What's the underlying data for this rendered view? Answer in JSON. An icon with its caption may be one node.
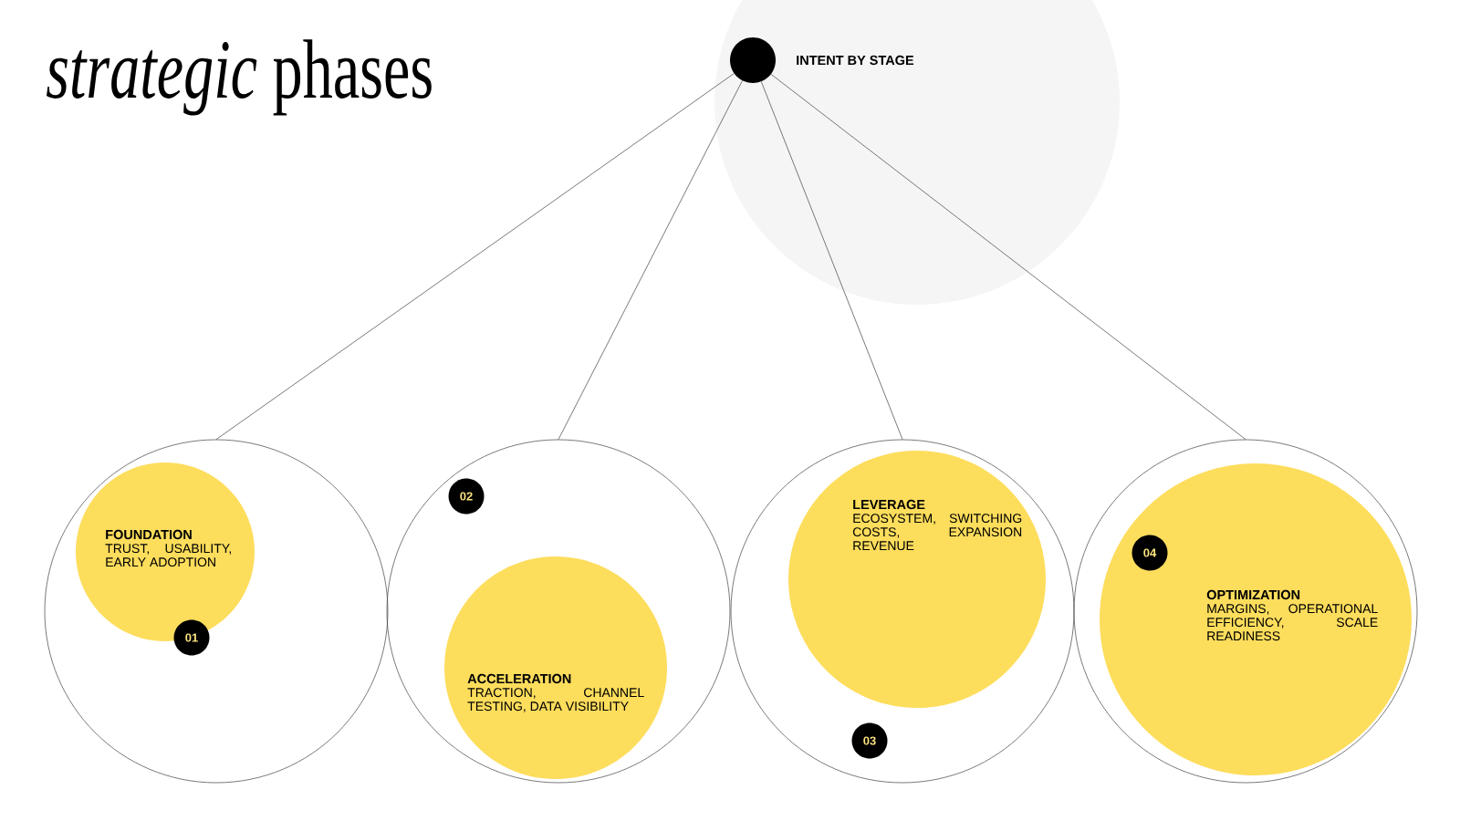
{
  "diagram": {
    "title": "*strategic* phases",
    "nodes": [
      {
        "text": [],
        "shape": "circle",
        "beside": [
          "INTENT BY STAGE"
        ]
      },
      {
        "text": [],
        "shape": "circle"
      },
      {
        "text": [
          "FOUNDATION",
          "TRUST, USABILITY, EARLY ADOPTION"
        ],
        "in": 1
      },
      {
        "text": [
          "01"
        ],
        "in": 1
      },
      {
        "text": [],
        "shape": "circle"
      },
      {
        "text": [
          "02"
        ],
        "in": 4
      },
      {
        "text": [
          "ACCELERATION",
          "TRACTION, CHANNEL TESTING, DATA VISIBILITY"
        ],
        "in": 4
      },
      {
        "text": [],
        "shape": "circle"
      },
      {
        "text": [
          "LEVERAGE",
          "ECOSYSTEM, SWITCHING COSTS, EXPANSION REVENUE"
        ],
        "in": 7
      },
      {
        "text": [
          "03"
        ],
        "in": 7
      },
      {
        "text": [],
        "shape": "circle"
      },
      {
        "text": [
          "OPTIMIZATION",
          "MARGINS, OPERATIONAL EFFICIENCY, SCALE READINESS"
        ],
        "in": 10
      },
      {
        "text": [
          "04"
        ],
        "in": 11
      }
    ],
    "edges": [
      {
        "from": 0,
        "to": 1,
        "arrow": "none"
      },
      {
        "from": 0,
        "to": 4,
        "arrow": "none"
      },
      {
        "from": 0,
        "to": 7,
        "arrow": "none"
      },
      {
        "from": 0,
        "to": 10,
        "arrow": "none"
      }
    ]
  }
}
